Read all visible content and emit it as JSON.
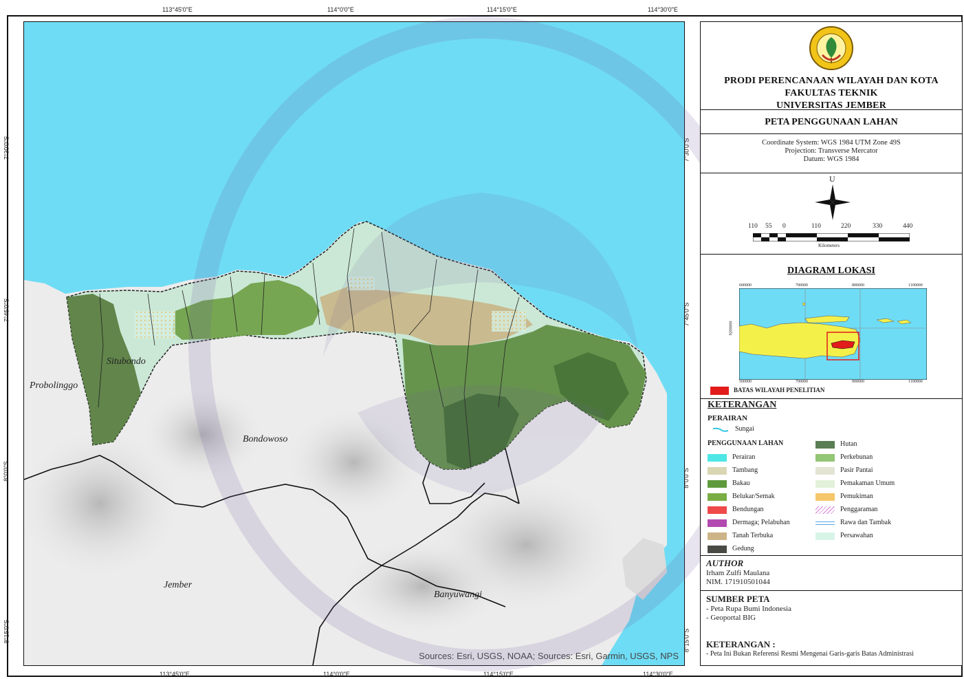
{
  "map": {
    "top_ticks": [
      "113°45'0\"E",
      "114°0'0\"E",
      "114°15'0\"E",
      "114°30'0\"E"
    ],
    "bottom_ticks": [
      "113°45'0\"E",
      "114°0'0\"E",
      "114°15'0\"E",
      "114°30'0\"E"
    ],
    "left_ticks": [
      "7°30'0\"S",
      "7°45'0\"S",
      "8°0'0\"S",
      "8°15'0\"S"
    ],
    "right_ticks": [
      "7°30'0\"S",
      "7°45'0\"S",
      "8°0'0\"S",
      "8°15'0\"S"
    ],
    "places": {
      "situbondo": "Situbondo",
      "probolinggo": "Probolinggo",
      "bondowoso": "Bondowoso",
      "jember": "Jember",
      "banyuwangi": "Banyuwangi"
    },
    "sources": "Sources: Esri, USGS, NOAA; Sources: Esri, Garmin, USGS, NPS",
    "colors": {
      "sea": "#6fdcf5",
      "forest": "#4e7f3a",
      "shrub": "#6ea042",
      "bare": "#c7b283",
      "paddy": "#d5f0e3",
      "settlement": "#f3c25a"
    }
  },
  "header": {
    "institution_line1": "PRODI PERENCANAAN WILAYAH DAN KOTA",
    "institution_line2": "FAKULTAS TEKNIK",
    "institution_line3": "UNIVERSITAS JEMBER",
    "map_title": "PETA PENGGUNAAN LAHAN"
  },
  "projection": {
    "coordinate_system": "Coordinate System: WGS 1984 UTM Zone 49S",
    "projection": "Projection: Transverse Mercator",
    "datum": "Datum: WGS 1984"
  },
  "north": {
    "letter": "U"
  },
  "scale": {
    "ticks": [
      "110",
      "55",
      "0",
      "110",
      "220",
      "330",
      "440"
    ],
    "unit": "Kilometers"
  },
  "location_diagram": {
    "title": "DIAGRAM LOKASI",
    "top_ticks": [
      "600000",
      "700000",
      "800000",
      "1100000"
    ],
    "bottom_ticks": [
      "500000",
      "700000",
      "900000",
      "1100000"
    ],
    "side_label": "9200000",
    "boundary_label": "BATAS WILAYAH PENELITIAN"
  },
  "legend": {
    "title": "KETERANGAN",
    "waters_heading": "PERAIRAN",
    "river": "Sungai",
    "landuse_heading": "PENGGUNAAN LAHAN",
    "left_items": [
      {
        "label": "Perairan",
        "color": "#4fe6e6"
      },
      {
        "label": "Tambang",
        "color": "#d9d6b4"
      },
      {
        "label": "Bakau",
        "color": "#5f9a3c"
      },
      {
        "label": "Belukar/Semak",
        "color": "#7aad43"
      },
      {
        "label": "Bendungan",
        "color": "#ef4a4a"
      },
      {
        "label": "Dermaga; Pelabuhan",
        "color": "#b34ab0"
      },
      {
        "label": "Tanah Terbuka",
        "color": "#cdb488"
      },
      {
        "label": "Gedung",
        "color": "#4a4a44"
      }
    ],
    "right_items": [
      {
        "label": "Hutan",
        "color": "#5b7d55"
      },
      {
        "label": "Perkebunan",
        "color": "#93c675"
      },
      {
        "label": "Pasir Pantai",
        "color": "#e4e4d4"
      },
      {
        "label": "Pemakaman Umum",
        "color": "#e2f1d9"
      },
      {
        "label": "Pemukiman",
        "color": "#f6c66a"
      },
      {
        "label": "Penggaraman",
        "color": "#ffffff"
      },
      {
        "label": "Rawa dan Tambak",
        "color": "#ffffff"
      },
      {
        "label": "Persawahan",
        "color": "#d7f5e7"
      }
    ]
  },
  "author": {
    "heading": "AUTHOR",
    "name": "Irham Zulfi Maulana",
    "nim": "NIM. 171910501044"
  },
  "source_section": {
    "heading": "SUMBER PETA",
    "items": [
      "- Peta Rupa Bumi Indonesia",
      "- Geoportal BIG"
    ]
  },
  "note": {
    "heading": "KETERANGAN :",
    "text": "- Peta Ini Bukan Referensi Resmi Mengenai Garis-garis Batas Administrasi"
  }
}
